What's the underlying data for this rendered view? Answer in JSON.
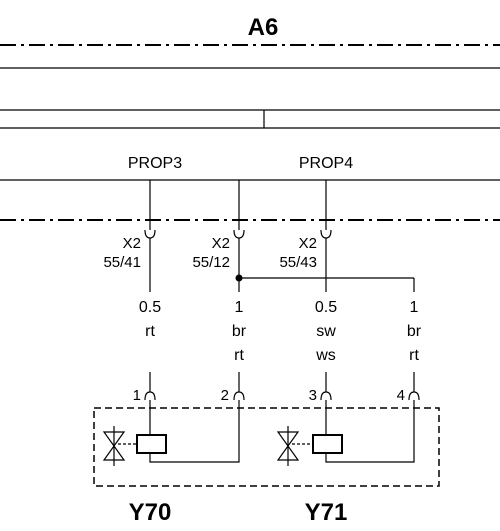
{
  "diagram": {
    "module_label": "A6",
    "signals": [
      "PROP3",
      "PROP4"
    ],
    "connector_pins": [
      {
        "connector": "X2",
        "ref": "55/41"
      },
      {
        "connector": "X2",
        "ref": "55/12"
      },
      {
        "connector": "X2",
        "ref": "55/43"
      }
    ],
    "wires": [
      {
        "size": "0.5",
        "color1": "rt",
        "color2": ""
      },
      {
        "size": "1",
        "color1": "br",
        "color2": "rt"
      },
      {
        "size": "0.5",
        "color1": "sw",
        "color2": "ws"
      },
      {
        "size": "1",
        "color1": "br",
        "color2": "rt"
      }
    ],
    "pins": [
      "1",
      "2",
      "3",
      "4"
    ],
    "components": [
      "Y70",
      "Y71"
    ]
  }
}
